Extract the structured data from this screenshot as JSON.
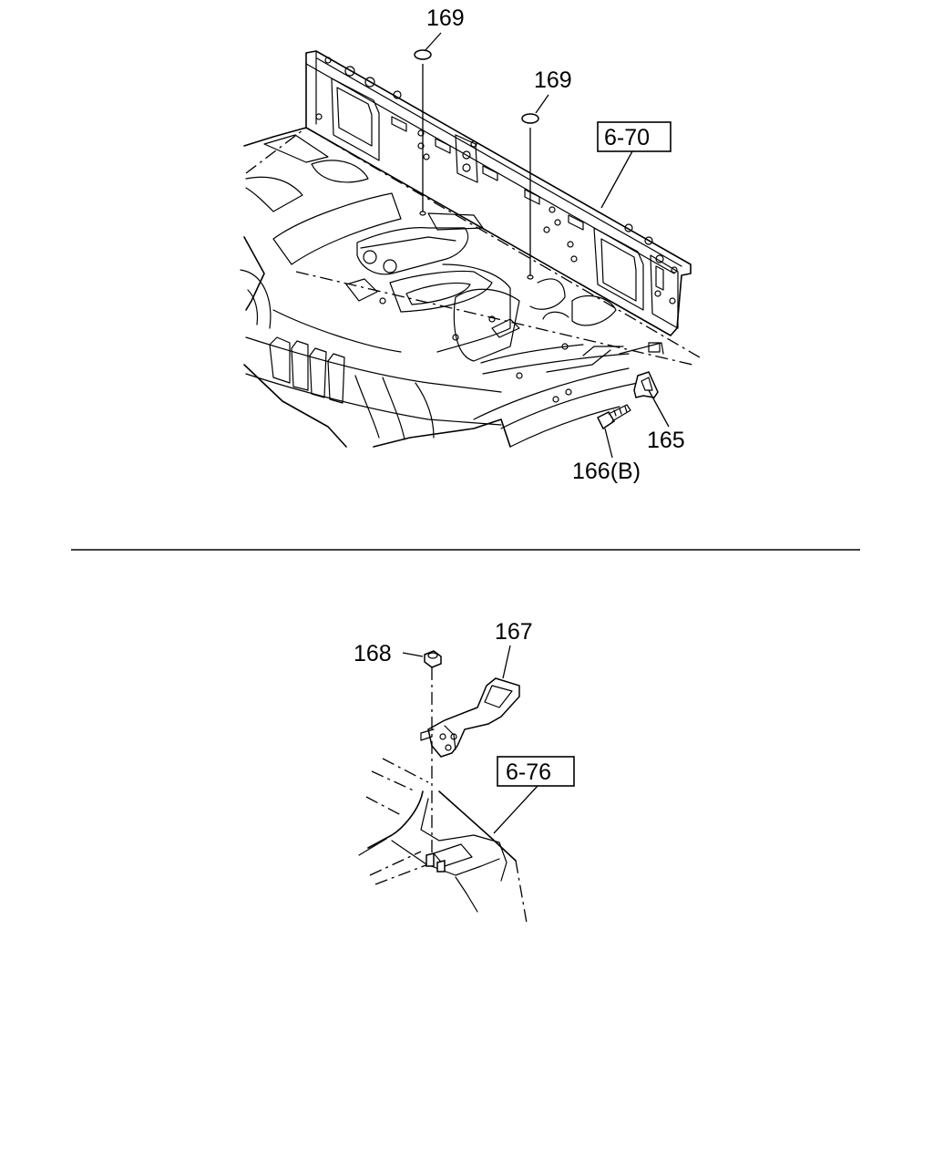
{
  "callouts": {
    "washer_169_a": "169",
    "washer_169_b": "169",
    "ref_6_70": "6-70",
    "bracket_165": "165",
    "bolt_166b": "166(B)",
    "nut_168": "168",
    "bracket_167": "167",
    "ref_6_76": "6-76"
  }
}
